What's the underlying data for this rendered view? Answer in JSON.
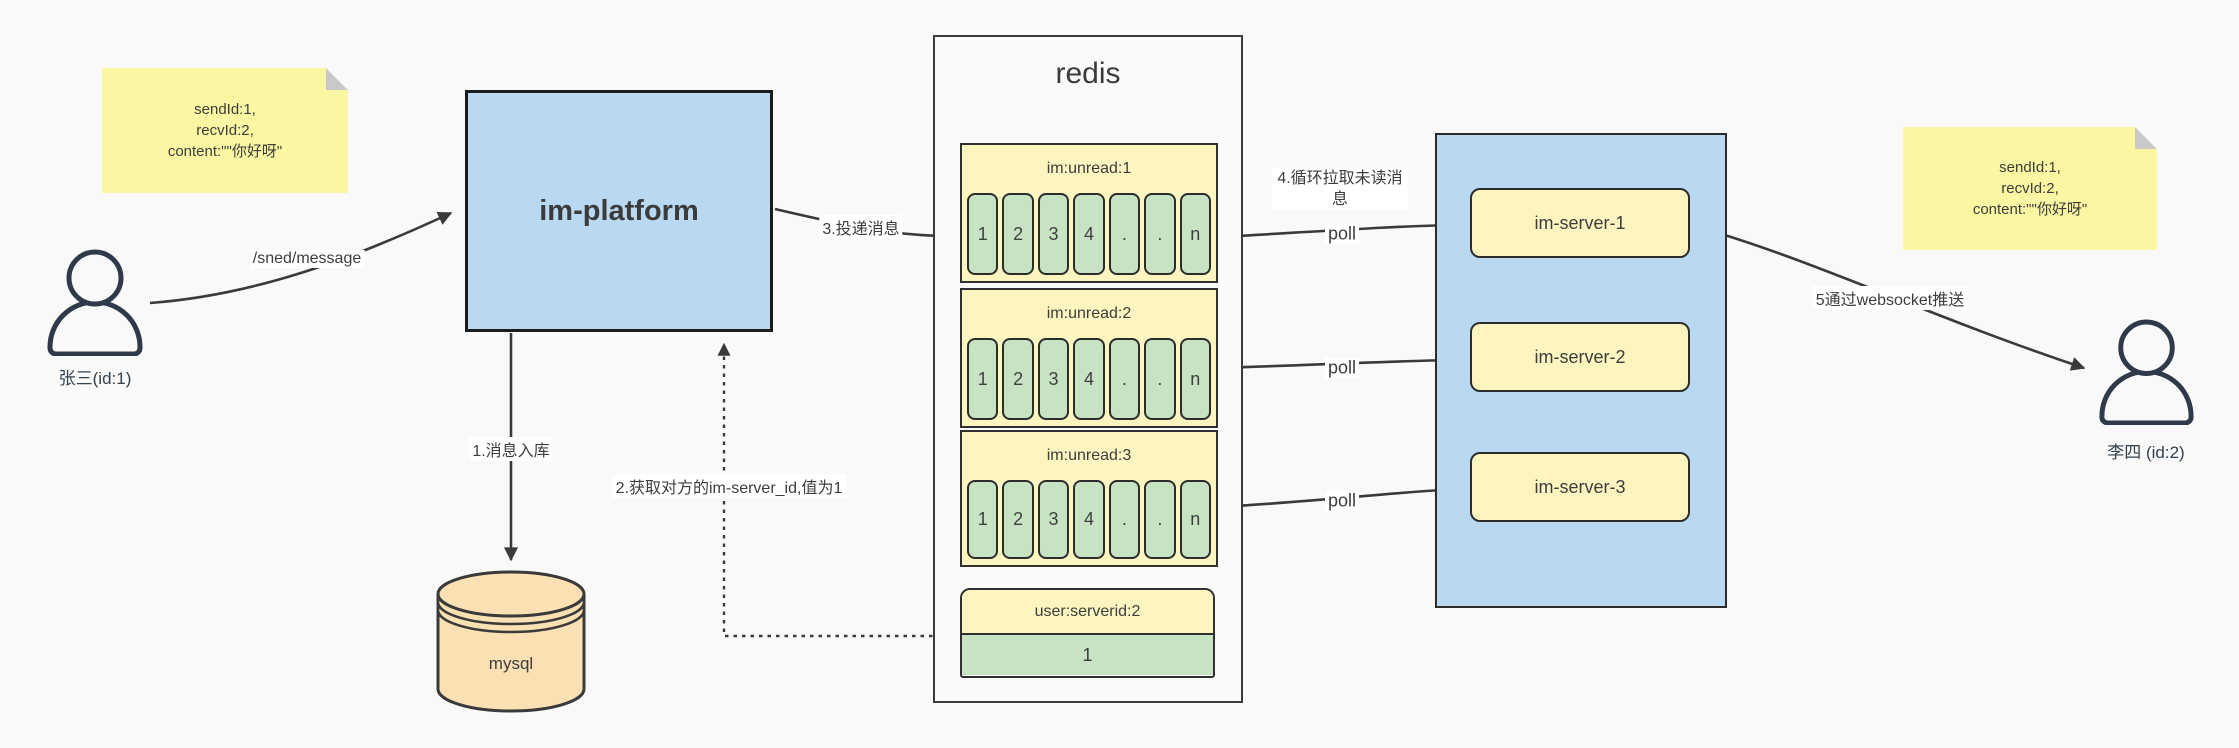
{
  "colors": {
    "canvas": "#f9f9f9",
    "panel": "#fafafa",
    "ink": "#3a3a3a",
    "text": "#3d3d3d",
    "blue": "#b8d9f1",
    "note": "#faf6a2",
    "pale": "#fcf5c0",
    "green": "#c7e3c4",
    "peach": "#fbe0b4"
  },
  "notes": {
    "left": {
      "lines": [
        "sendId:1,",
        "recvId:2,",
        "content:\"\"你好呀\""
      ]
    },
    "right": {
      "lines": [
        "sendId:1,",
        "recvId:2,",
        "content:\"\"你好呀\""
      ]
    }
  },
  "actors": {
    "sender": {
      "label": "张三(id:1)"
    },
    "receiver": {
      "label": "李四 (id:2)"
    }
  },
  "platform": {
    "label": "im-platform"
  },
  "database": {
    "label": "mysql"
  },
  "redis": {
    "title": "redis",
    "queues": [
      {
        "name": "im:unread:1",
        "cells": [
          "1",
          "2",
          "3",
          "4",
          ".",
          ".",
          "n"
        ]
      },
      {
        "name": "im:unread:2",
        "cells": [
          "1",
          "2",
          "3",
          "4",
          ".",
          ".",
          "n"
        ]
      },
      {
        "name": "im:unread:3",
        "cells": [
          "1",
          "2",
          "3",
          "4",
          ".",
          ".",
          "n"
        ]
      }
    ],
    "kv": {
      "key": "user:serverid:2",
      "value": "1"
    }
  },
  "servers": {
    "items": [
      {
        "label": "im-server-1"
      },
      {
        "label": "im-server-2"
      },
      {
        "label": "im-server-3"
      }
    ]
  },
  "edges": {
    "send": {
      "label": "/sned/message"
    },
    "store": {
      "label": "1.消息入库"
    },
    "lookup": {
      "label": "2.获取对方的im-server_id,值为1"
    },
    "deliver": {
      "label": "3.投递消息"
    },
    "pull": {
      "label": "4.循环拉取未读消息"
    },
    "poll1": {
      "label": "poll"
    },
    "poll2": {
      "label": "poll"
    },
    "poll3": {
      "label": "poll"
    },
    "push": {
      "label": "5通过websocket推送"
    }
  }
}
